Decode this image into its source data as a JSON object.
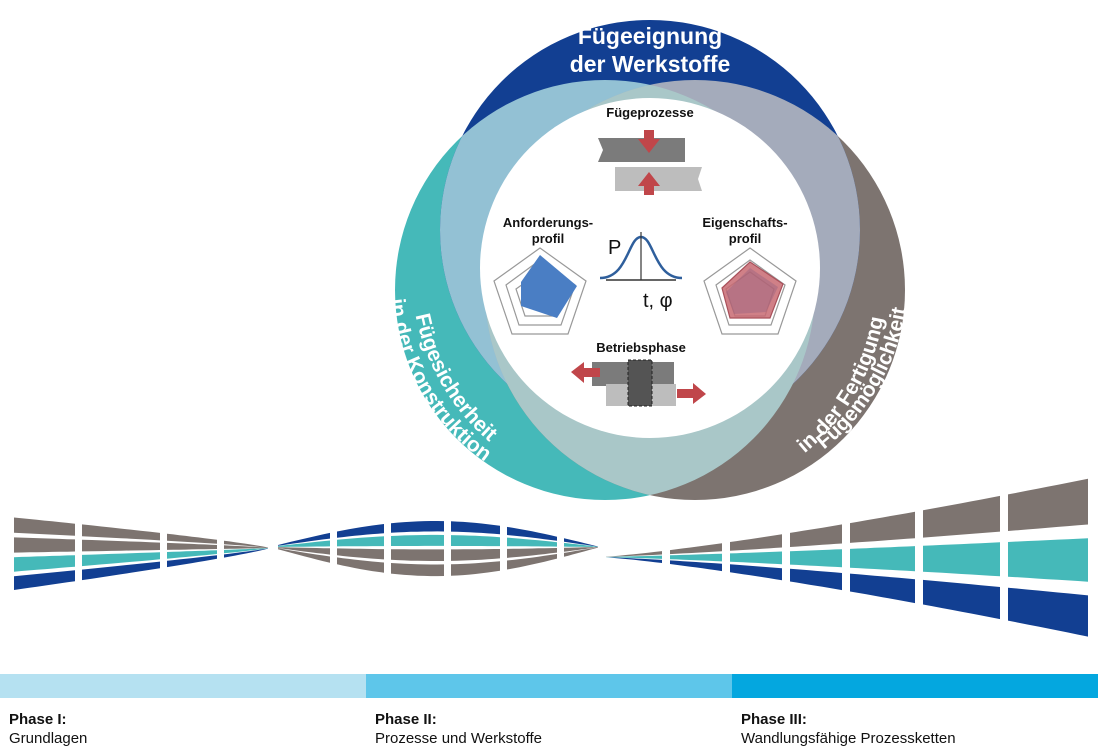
{
  "colors": {
    "blue": "#123f92",
    "teal": "#45b9b9",
    "taupe": "#7d7470",
    "overlap_blue_teal": "#93c1d4",
    "overlap_blue_taupe": "#a4abbb",
    "overlap_teal_taupe": "#a9c7c8",
    "arrow_red": "#c0464a",
    "radar_blue": "#4a7ec4",
    "radar_red": "#c86a72",
    "phase1": "#b5e1f1",
    "phase2": "#5ec6ea",
    "phase3": "#04a7df"
  },
  "circles": {
    "top": {
      "line1": "Fügeeignung",
      "line2": "der Werkstoffe"
    },
    "left": {
      "line1": "Fügesicherheit",
      "line2": "in der Konstruktion"
    },
    "right": {
      "line1": "Fügemöglichkeit",
      "line2": "in der Fertigung"
    }
  },
  "center": {
    "fuegeprozesse": "Fügeprozesse",
    "anforderung_line1": "Anforderungs-",
    "anforderung_line2": "profil",
    "eigenschaft_line1": "Eigenschafts-",
    "eigenschaft_line2": "profil",
    "graph_y": "P",
    "graph_x": "t, φ",
    "betriebsphase": "Betriebsphase"
  },
  "phases": [
    {
      "title": "Phase I:",
      "subtitle": "Grundlagen"
    },
    {
      "title": "Phase II:",
      "subtitle": "Prozesse und Werkstoffe"
    },
    {
      "title": "Phase III:",
      "subtitle": "Wandlungsfähige Prozessketten"
    }
  ]
}
